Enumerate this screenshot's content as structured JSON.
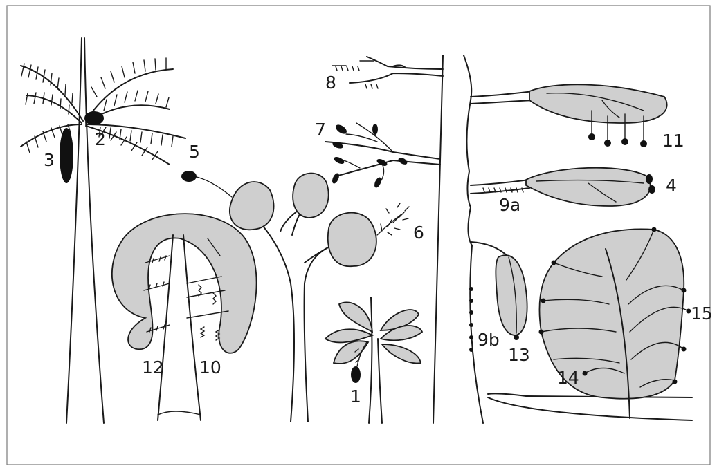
{
  "figure": {
    "labels": {
      "l1": "1",
      "l2": "2",
      "l3": "3",
      "l4": "4",
      "l5": "5",
      "l6": "6",
      "l7": "7",
      "l8": "8",
      "l9a": "9a",
      "l9b": "9b",
      "l10": "10",
      "l11": "11",
      "l12": "12",
      "l13": "13",
      "l14": "14",
      "l15": "15"
    },
    "colors": {
      "leaf_fill": "#cfcfcf",
      "ink": "#1a1a1a"
    }
  }
}
